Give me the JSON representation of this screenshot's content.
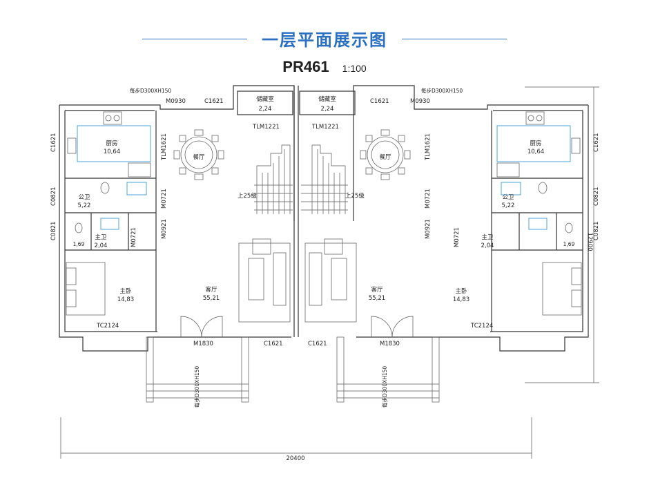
{
  "header": {
    "title": "一层平面展示图",
    "model_code": "PR461",
    "scale": "1:100"
  },
  "colors": {
    "accent": "#2a6fc0",
    "fixture_blue": "#4aa3d8",
    "line": "#333333"
  },
  "rooms": {
    "storage_name": "储藏室",
    "storage_area": "2,24",
    "kitchen_left_name": "厨房",
    "kitchen_right_name": "厨房",
    "kitchen_area": "10,64",
    "dining": "餐厅",
    "public_bath_name": "公卫",
    "public_bath_area": "5,22",
    "master_bath_name": "主卫",
    "master_bath_area": "2,04",
    "bath_small_area": "1,69",
    "master_bedroom_name": "主卧",
    "master_bedroom_area": "14,83",
    "living_name": "客厅",
    "living_area": "55,21"
  },
  "labels": {
    "stairs": "上25级",
    "step": "每步D300XH150",
    "c1621": "C1621",
    "m0930": "M0930",
    "tlm1221": "TLM1221",
    "tlm1621": "TLM1621",
    "c0821": "C0821",
    "m0721": "M0721",
    "m0921": "M0921",
    "tc2124": "TC2124",
    "m1830": "M1830"
  },
  "dimensions": {
    "overall_width": "20400",
    "overall_depth": "12900"
  }
}
